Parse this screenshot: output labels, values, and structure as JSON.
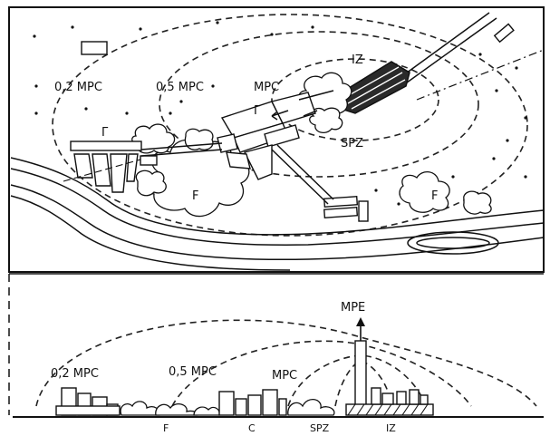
{
  "plan": {
    "zone_02": "0,2 MPC",
    "zone_05": "0,5 MPC",
    "zone_mpc": "MPC",
    "industrial_zone": "IZ",
    "sanitary_zone": "SPZ",
    "forest_a": "F",
    "forest_b": "F",
    "city_mark_a": "Г",
    "city_mark_b": "Г"
  },
  "section": {
    "emission": "MPE",
    "zone_02": "0,2 MPC",
    "zone_05": "0,5 MPC",
    "zone_mpc": "MPC",
    "forest": "F",
    "city": "C",
    "sanitary_zone": "SPZ",
    "industrial_zone": "IZ"
  }
}
